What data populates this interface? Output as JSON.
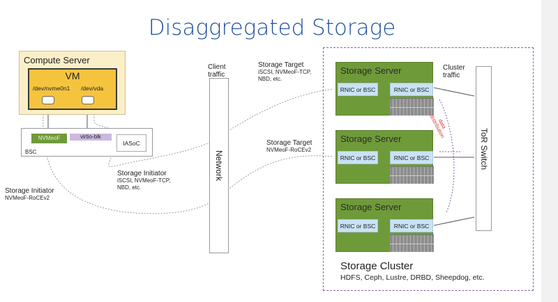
{
  "title": "Disaggregated Storage",
  "compute_server": {
    "label": "Compute Server",
    "vm": "VM",
    "devices": [
      "/dev/nvme0n1",
      "/dev/vda"
    ]
  },
  "bsc": {
    "label": "BSC",
    "nvmeof": "NVMeoF",
    "virtio": "virtio-blk",
    "iasoc": "IASoC"
  },
  "client_traffic": [
    "Client",
    "traffic"
  ],
  "network": "Network",
  "storage_target_1": {
    "title": "Storage Target",
    "lines": [
      "iSCSI, NVMeoF-TCP,",
      "NBD, etc."
    ]
  },
  "storage_target_2": {
    "title": "Storage Target",
    "lines": [
      "NVMeoF-RoCEv2"
    ]
  },
  "storage_initiator_1": {
    "title": "Storage Initiator",
    "lines": [
      "iSCSI, NVMeoF-TCP,",
      "NBD, etc."
    ]
  },
  "storage_initiator_2": {
    "title": "Storage Initiator",
    "lines": [
      "NVMeoF-RoCEv2"
    ]
  },
  "storage_servers": [
    {
      "title": "Storage Server",
      "nic_left": "RNIC or BSC",
      "nic_right": "RNIC or BSC"
    },
    {
      "title": "Storage Server",
      "nic_left": "RNIC or BSC",
      "nic_right": "RNIC or BSC"
    },
    {
      "title": "Storage Server",
      "nic_left": "RNIC or BSC",
      "nic_right": "RNIC or BSC"
    }
  ],
  "cluster_traffic": [
    "Cluster",
    "traffic"
  ],
  "data_distribution": [
    "data",
    "distribution"
  ],
  "tor_switch": "ToR Switch",
  "storage_cluster": {
    "title": "Storage Cluster",
    "subtitle": "HDFS, Ceph, Lustre, DRBD, Sheepdog, etc."
  },
  "colors": {
    "title": "#1d4f9c",
    "server_green": "#6f9a3a",
    "vm_yellow": "#f5c43f",
    "nic_blue": "#c9e2f5",
    "cluster_border": "#8b5ca8",
    "data_distribution": "#e0302a"
  }
}
